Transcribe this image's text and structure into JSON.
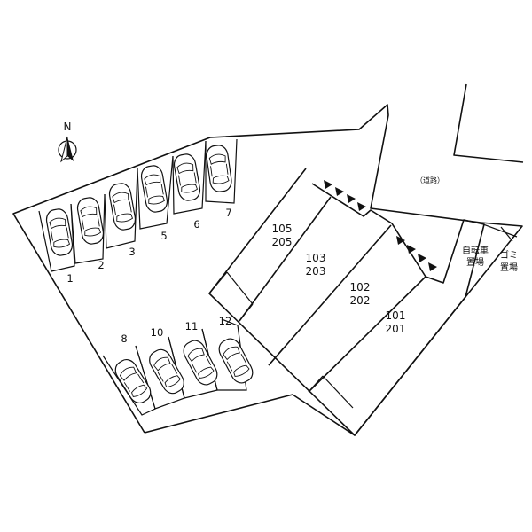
{
  "compass": {
    "label": "N",
    "icon": "north-arrow-icon"
  },
  "road": {
    "label": "（道路）"
  },
  "parking": {
    "upper_row": [
      "1",
      "2",
      "3",
      "5",
      "6",
      "7"
    ],
    "lower_row": [
      "8",
      "10",
      "11",
      "12"
    ]
  },
  "units": [
    {
      "ground": "105",
      "upper": "205"
    },
    {
      "ground": "103",
      "upper": "203"
    },
    {
      "ground": "102",
      "upper": "202"
    },
    {
      "ground": "101",
      "upper": "201"
    }
  ],
  "facilities": {
    "bicycle_line1": "自転車",
    "bicycle_line2": "置場",
    "garbage_line1": "ゴミ",
    "garbage_line2": "置場"
  }
}
